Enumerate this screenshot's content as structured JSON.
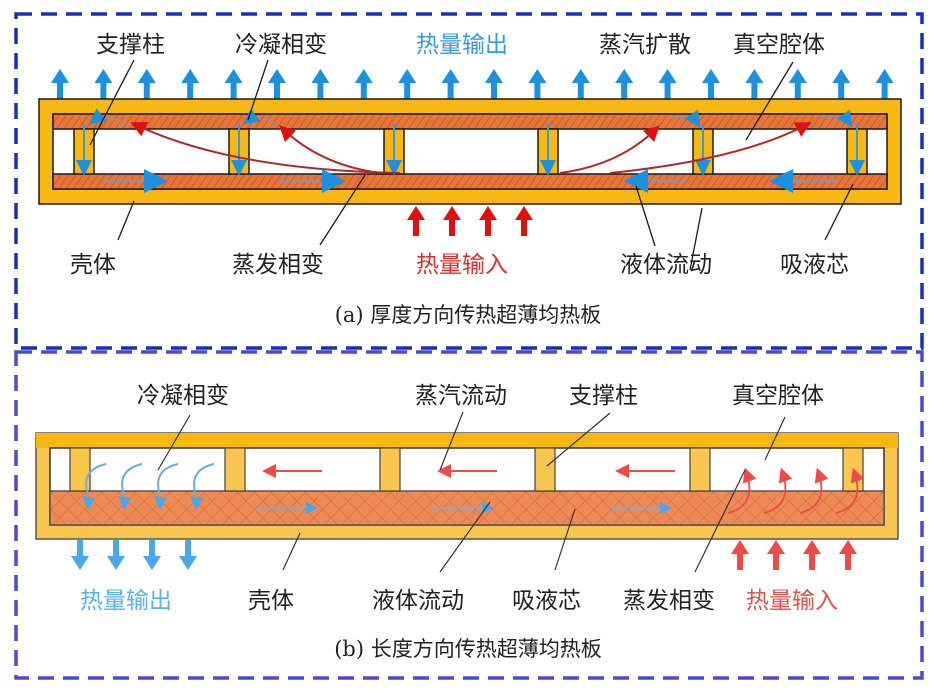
{
  "colors": {
    "shell": "#f7b813",
    "shell_b": "#f9c74f",
    "wick": "#e8753a",
    "outline": "#1a1a1a",
    "frame_a": "#1a2fb8",
    "frame_b": "#4a4ad0",
    "heat_out": "#1e90e0",
    "heat_in": "#e01010",
    "heat_out_b": "#4aa8e8",
    "heat_in_b": "#ee4a4a"
  },
  "panel_a": {
    "labels": {
      "pillar": "支撑柱",
      "condensation": "冷凝相变",
      "heat_out": "热量输出",
      "vapor_diffusion": "蒸汽扩散",
      "vacuum_chamber": "真空腔体",
      "shell": "壳体",
      "evaporation": "蒸发相变",
      "heat_in": "热量输入",
      "liquid_flow": "液体流动",
      "wick": "吸液芯"
    },
    "caption": "(a) 厚度方向传热超薄均热板"
  },
  "panel_b": {
    "labels": {
      "condensation": "冷凝相变",
      "vapor_flow": "蒸汽流动",
      "pillar": "支撑柱",
      "vacuum_chamber": "真空腔体",
      "heat_out": "热量输出",
      "shell": "壳体",
      "liquid_flow": "液体流动",
      "wick": "吸液芯",
      "evaporation": "蒸发相变",
      "heat_in": "热量输入"
    },
    "caption": "(b) 长度方向传热超薄均热板"
  }
}
